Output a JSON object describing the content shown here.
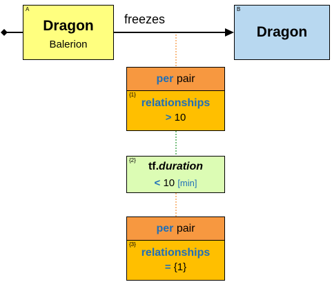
{
  "node_a": {
    "corner": "A",
    "title": "Dragon",
    "subtitle": "Balerion"
  },
  "node_b": {
    "corner": "B",
    "title": "Dragon"
  },
  "edge": {
    "label": "freezes"
  },
  "card1": {
    "kw": "per",
    "head_rest": " pair",
    "corner": "{1}",
    "field": "relationships",
    "op": ">",
    "value": " 10"
  },
  "filter": {
    "corner": "{2}",
    "prefix": "tf.",
    "attr": "duration",
    "op": "<",
    "value": " 10 ",
    "unit": "[min]"
  },
  "card3": {
    "kw": "per",
    "head_rest": " pair",
    "corner": "{3}",
    "field": "relationships",
    "op": "=",
    "value": " {1}"
  },
  "colors": {
    "node_a": "#ffff7f",
    "node_b": "#b8d8f0",
    "card_head": "#f79840",
    "card_body": "#ffbf00",
    "filter": "#dcfcb4",
    "keyword": "#1f6fb8",
    "dotted_orange": "#f79840",
    "dotted_green": "#2e9e3a"
  }
}
